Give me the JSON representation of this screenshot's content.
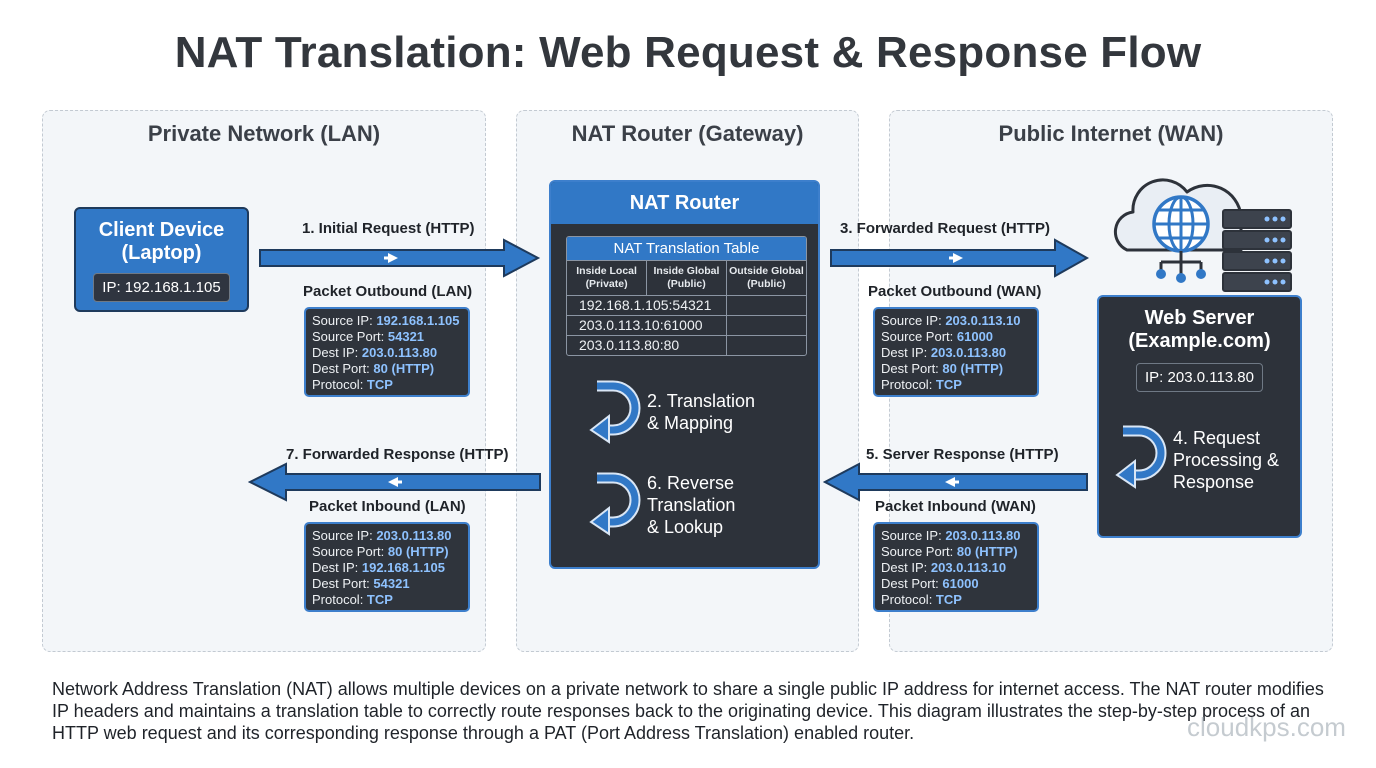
{
  "title": "NAT Translation: Web Request & Response Flow",
  "zones": {
    "lan": "Private Network (LAN)",
    "router": "NAT Router (Gateway)",
    "wan": "Public Internet (WAN)"
  },
  "client": {
    "name_line1": "Client Device",
    "name_line2": "(Laptop)",
    "ip": "IP: 192.168.1.105"
  },
  "arrows": {
    "a1": "1. Initial Request (HTTP)",
    "a3": "3. Forwarded Request (HTTP)",
    "a5": "5. Server Response (HTTP)",
    "a7": "7. Forwarded Response (HTTP)"
  },
  "packets": {
    "out_lan": {
      "label": "Packet Outbound (LAN)",
      "src_ip": "192.168.1.105",
      "src_port": "54321",
      "dst_ip": "203.0.113.80",
      "dst_port": "80 (HTTP)",
      "proto": "TCP"
    },
    "out_wan": {
      "label": "Packet Outbound (WAN)",
      "src_ip": "203.0.113.10",
      "src_port": "61000",
      "dst_ip": "203.0.113.80",
      "dst_port": "80 (HTTP)",
      "proto": "TCP"
    },
    "in_lan": {
      "label": "Packet Inbound (LAN)",
      "src_ip": "203.0.113.80",
      "src_port": "80 (HTTP)",
      "dst_ip": "192.168.1.105",
      "dst_port": "54321",
      "proto": "TCP"
    },
    "in_wan": {
      "label": "Packet Inbound (WAN)",
      "src_ip": "203.0.113.80",
      "src_port": "80 (HTTP)",
      "dst_ip": "203.0.113.10",
      "dst_port": "61000",
      "proto": "TCP"
    }
  },
  "field_labels": {
    "src_ip": "Source IP: ",
    "src_port": "Source Port: ",
    "dst_ip": "Dest IP: ",
    "dst_port": "Dest Port: ",
    "proto": "Protocol: "
  },
  "router": {
    "title": "NAT Router",
    "table_title": "NAT Translation Table",
    "headers": [
      {
        "l1": "Inside Local",
        "l2": "(Private)"
      },
      {
        "l1": "Inside Global",
        "l2": "(Public)"
      },
      {
        "l1": "Outside Global",
        "l2": "(Public)"
      }
    ],
    "rows": [
      "192.168.1.105:54321",
      "203.0.113.10:61000",
      "203.0.113.80:80"
    ],
    "step2_l1": "2. Translation",
    "step2_l2": "& Mapping",
    "step6_l1": "6. Reverse",
    "step6_l2": "Translation",
    "step6_l3": "& Lookup"
  },
  "server": {
    "name_line1": "Web Server",
    "name_line2": "(Example.com)",
    "ip": "IP: 203.0.113.80",
    "step4_l1": "4. Request",
    "step4_l2": "Processing &",
    "step4_l3": "Response"
  },
  "caption": "Network Address Translation (NAT) allows multiple devices on a private network to share a single public IP address for internet access. The NAT router modifies IP headers and maintains a translation table to correctly route responses back to the originating device. This diagram illustrates the step-by-step process of an HTTP web request and its corresponding response through a PAT (Port Address Translation) enabled router.",
  "watermark": "cloudkps.com",
  "colors": {
    "accent": "#3178c6",
    "panel": "#2d323a",
    "value": "#8ec2ff",
    "zone_bg": "#f3f6f9"
  },
  "icons": [
    "cloud-globe-icon",
    "server-rack-icon",
    "right-arrow-icon",
    "left-arrow-icon",
    "loop-arrow-icon"
  ]
}
